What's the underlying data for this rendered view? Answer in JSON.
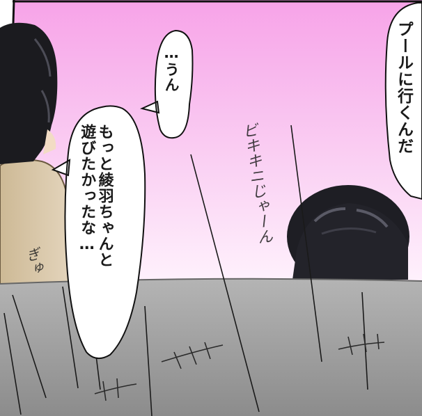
{
  "speech": {
    "pool": "プールに行くんだ",
    "un": "…うん",
    "motto": "もっと綾羽ちゃんと\n遊びたかったな…"
  },
  "sfx": {
    "bikiki": "ビキキニじゃーん",
    "gyu": "ぎゅ"
  },
  "colors": {
    "sky_top": "#f7a3e8",
    "sky_bottom": "#fdf2fb",
    "wall": "#a7a7a7",
    "jacket": "#d8c6ab",
    "hair": "#1b1b1f"
  }
}
